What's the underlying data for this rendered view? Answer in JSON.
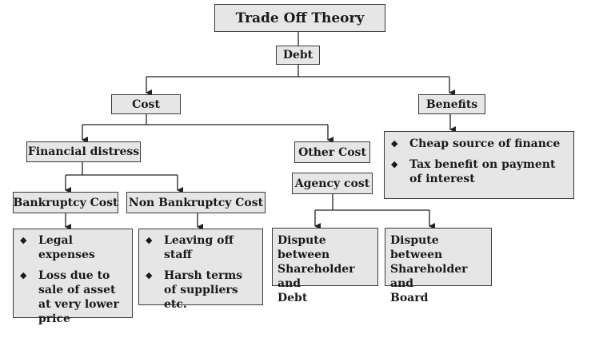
{
  "title": "Trade Off Theory",
  "debt": "Debt",
  "cost": "Cost",
  "benefits": "Benefits",
  "benefits_items": [
    "Cheap source of finance",
    "Tax benefit on payment of interest"
  ],
  "financial_distress": "Financial distress",
  "other_cost": "Other Cost",
  "agency_cost": "Agency cost",
  "bankruptcy_cost": "Bankruptcy Cost",
  "non_bankruptcy_cost": "Non Bankruptcy Cost",
  "bankruptcy_items": [
    "Legal expenses",
    "Loss due to sale of asset at very lower price"
  ],
  "non_bankruptcy_items": [
    "Leaving off staff",
    "Harsh terms of suppliers etc."
  ],
  "dispute_debt": [
    "Dispute between",
    "Shareholder and",
    "Debt"
  ],
  "dispute_board": [
    "Dispute between",
    "Shareholder and",
    "Board"
  ],
  "bullet_symbol": "◆"
}
